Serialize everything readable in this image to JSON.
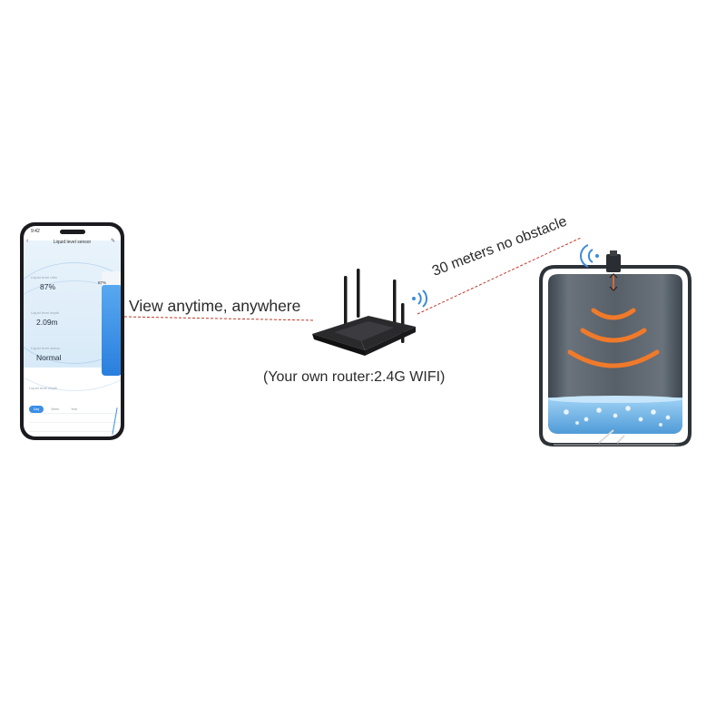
{
  "phone": {
    "status_time": "9:42",
    "app_title": "Liquid level sensor",
    "liquid_level_ratio_label": "Liquid level ratio",
    "liquid_level_ratio": "87%",
    "liquid_level_ratio_value": 0.87,
    "liquid_level_depth_label": "Liquid level depth",
    "liquid_level_depth": "2.09m",
    "liquid_level_status_label": "Liquid level status",
    "liquid_level_status": "Normal",
    "tube_percent": "87%",
    "history_label": "Liquid level depth",
    "tabs": [
      "Day",
      "Week",
      "Year"
    ],
    "colors": {
      "accent": "#2a7fde",
      "frame": "#1b1b1f"
    }
  },
  "link_phone_router": {
    "caption": "View anytime, anywhere",
    "line_color": "#c0392b"
  },
  "router": {
    "caption": "(Your own router:2.4G WIFI)"
  },
  "link_router_tank": {
    "caption": "30 meters no obstacle",
    "line_color": "#c0392b"
  },
  "tank": {
    "wave_color": "#f07a2a",
    "water_color": "#6fb1e6",
    "body_color": "#515b66",
    "icons": [
      "wifi-signal-icon",
      "sensor-icon",
      "ultrasonic-wave-icon"
    ]
  }
}
